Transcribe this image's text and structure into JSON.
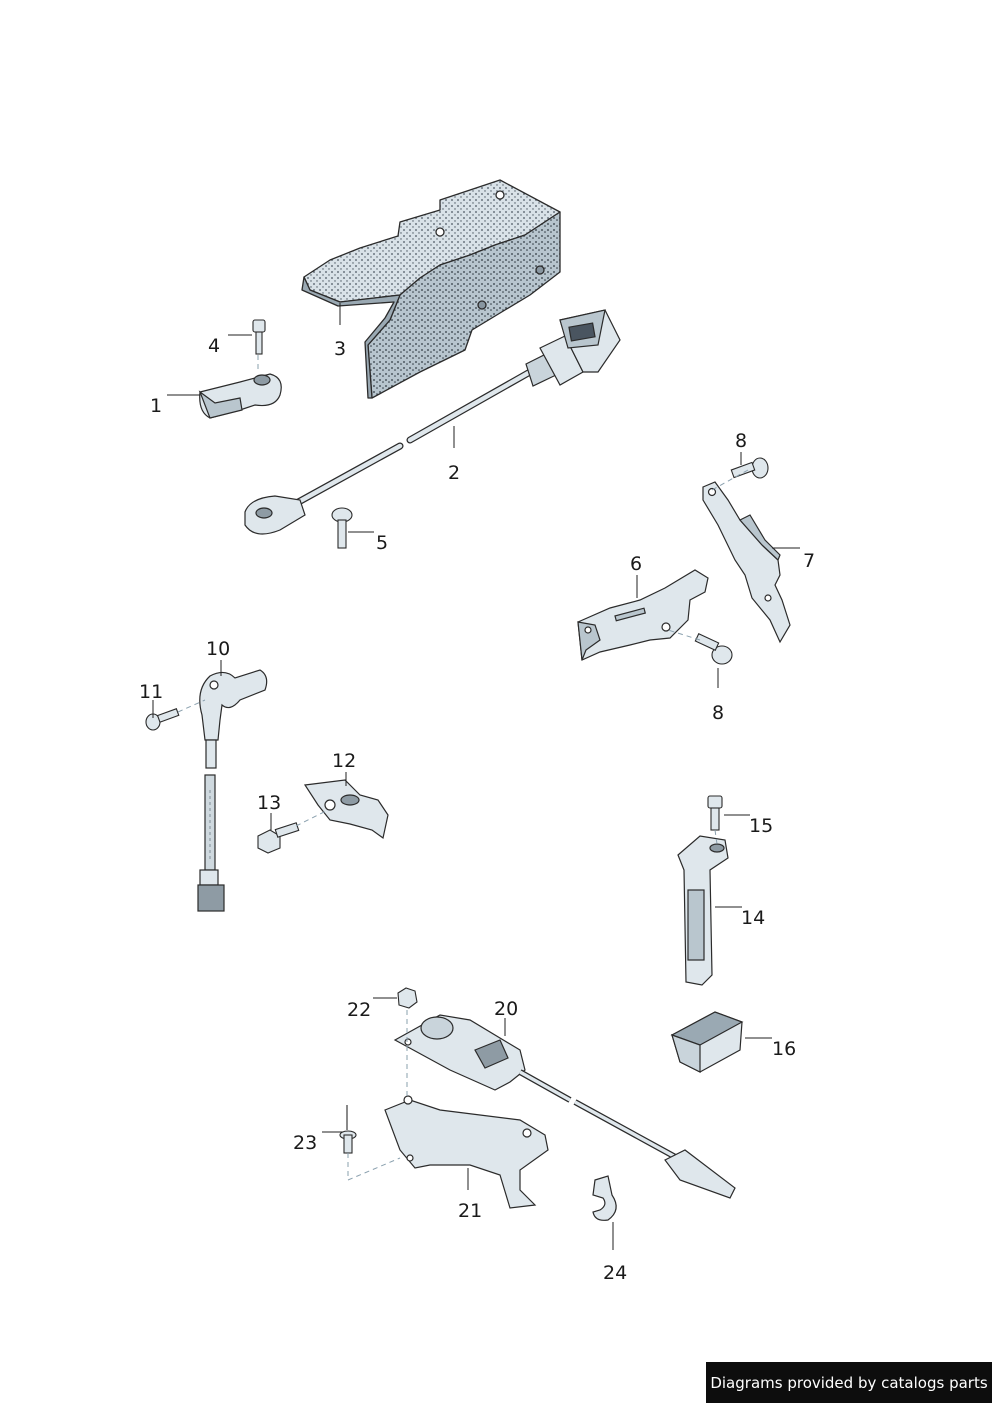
{
  "diagram": {
    "callouts": [
      "1",
      "2",
      "3",
      "4",
      "5",
      "6",
      "7",
      "8",
      "8",
      "10",
      "11",
      "12",
      "13",
      "14",
      "15",
      "16",
      "20",
      "21",
      "22",
      "23",
      "24"
    ]
  },
  "footer": {
    "text": "Diagrams provided by catalogs parts"
  },
  "colors": {
    "part_fill": "#dfe7ec",
    "part_shade": "#b9c6ce",
    "outline": "#2b2b2b",
    "leader": "#222222",
    "footer_bg": "#0d0d0d"
  }
}
